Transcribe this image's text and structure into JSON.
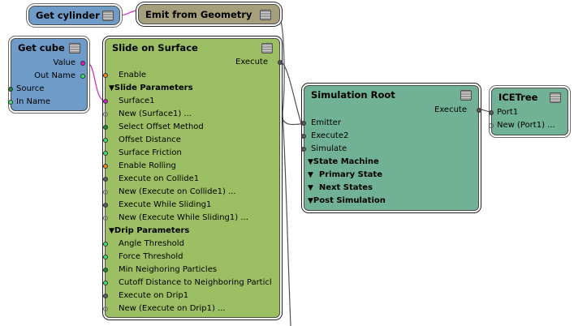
{
  "nodes": {
    "get_cylinder": {
      "title": "Get cylinder"
    },
    "emit_from_geometry": {
      "title": "Emit from Geometry"
    },
    "get_cube": {
      "title": "Get cube",
      "outputs": [
        "Value",
        "Out Name"
      ],
      "inputs": [
        "Source",
        "In Name"
      ]
    },
    "slide_on_surface": {
      "title": "Slide on Surface",
      "output": "Execute",
      "enable": "Enable",
      "group1": "Slide Parameters",
      "group1_items": [
        "Surface1",
        "New (Surface1) ...",
        "Select Offset Method",
        "Offset Distance",
        "Surface Friction",
        "Enable Rolling",
        "Execute on Collide1",
        "New (Execute on Collide1) ...",
        "Execute While Sliding1",
        "New (Execute While Sliding1) ..."
      ],
      "group2": "Drip Parameters",
      "group2_items": [
        "Angle Threshold",
        "Force Threshold",
        "Min Neighoring Particles",
        "Cutoff Distance to Neighboring Particl",
        "Execute on Drip1",
        "New (Execute on Drip1) ..."
      ]
    },
    "simulation_root": {
      "title": "Simulation Root",
      "output": "Execute",
      "inputs": [
        "Emitter",
        "Execute2",
        "Simulate"
      ],
      "groups": [
        "State Machine",
        "Primary State",
        "Next States",
        "Post Simulation"
      ]
    },
    "ice_tree": {
      "title": "ICETree",
      "inputs": [
        "Port1",
        "New (Port1) ..."
      ]
    }
  },
  "colors": {
    "blue_node": "#6e9bc8",
    "olive_node": "#a59f7b",
    "green_node": "#9bbf62",
    "teal_node": "#71b195",
    "port_green": "#42e070",
    "port_dark_green": "#1f8a2f",
    "port_magenta": "#d21ec8",
    "port_orange": "#f08a1e",
    "port_gray": "#5a5a5a",
    "wire": "#505050",
    "wire_magenta": "#d21ec8"
  }
}
